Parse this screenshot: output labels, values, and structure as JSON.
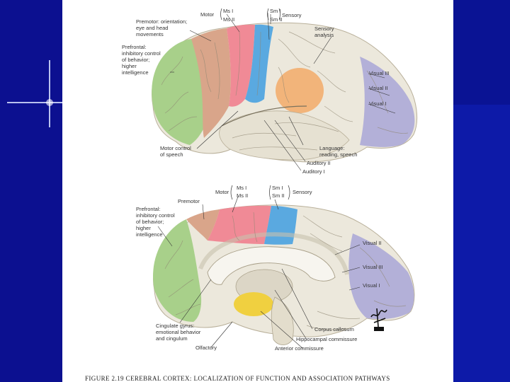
{
  "top_view": {
    "motor": "Motor",
    "ms1": "Ms I",
    "ms2": "Ms II",
    "sm1": "Sm I",
    "sm2": "Sm II",
    "sensory": "Sensory",
    "premotor": [
      "Premotor: orientation;",
      "eye and head",
      "movements"
    ],
    "prefrontal": [
      "Prefrontal:",
      "inhibitory control",
      "of behavior;",
      "higher",
      "intelligence"
    ],
    "sensory_analysis": [
      "Sensory",
      "analysis"
    ],
    "visual3": "Visual III",
    "visual2": "Visual II",
    "visual1": "Visual I",
    "motor_speech": [
      "Motor control",
      "of speech"
    ],
    "language": [
      "Language:",
      "reading, speech"
    ],
    "auditory2": "Auditory II",
    "auditory1": "Auditory I"
  },
  "bottom_view": {
    "motor": "Motor",
    "ms1": "Ms I",
    "ms2": "Ms II",
    "sm1": "Sm I",
    "sm2": "Sm II",
    "sensory": "Sensory",
    "premotor": "Premotor",
    "prefrontal": [
      "Prefrontal:",
      "inhibitory control",
      "of behavior;",
      "higher",
      "intelligence"
    ],
    "visual2": "Visual II",
    "visual3": "Visual III",
    "visual1": "Visual I",
    "cingulate": [
      "Cingulate gyrus:",
      "emotional behavior",
      "and cingulum"
    ],
    "olfactory": "Olfactory",
    "corpus_callosum": "Corpus callosum",
    "hippocampal": "Hippocampal commissure",
    "anterior": "Anterior commissure"
  },
  "caption": "FIGURE 2.19   CEREBRAL CORTEX: LOCALIZATION OF FUNCTION AND ASSOCIATION PATHWAYS",
  "colors": {
    "prefrontal": "#a8d08a",
    "premotor": "#d9a58a",
    "motor": "#f08a96",
    "sensory": "#5aa9e0",
    "association": "#ece8dc",
    "language": "#f2b47a",
    "visual": "#b3b0d8",
    "limbic": "#f0d040"
  }
}
